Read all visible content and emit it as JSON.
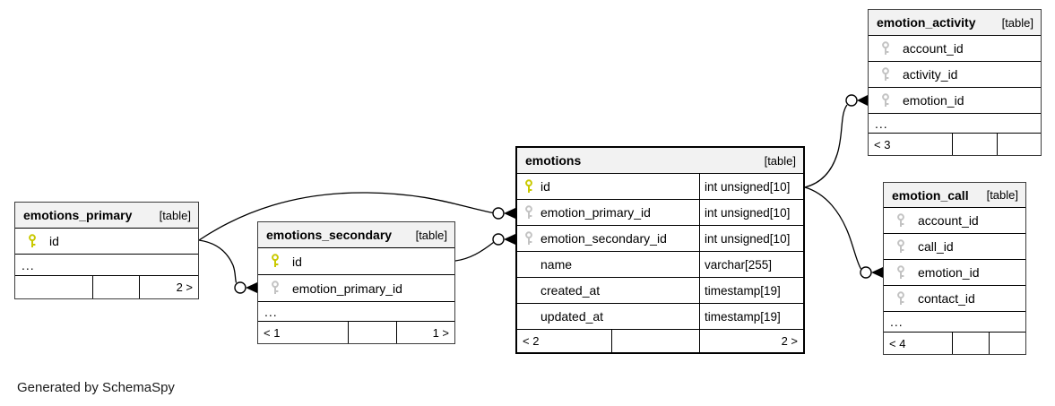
{
  "note": "Generated by SchemaSpy",
  "colors": {
    "header_bg": "#f2f2f2",
    "pk_key": "#c9c900",
    "fk_key": "#c3c3c3",
    "line": "#000000"
  },
  "tables": {
    "emotions_primary": {
      "name": "emotions_primary",
      "tag": "[table]",
      "rows": [
        {
          "name": "id"
        }
      ],
      "ellipsis": "...",
      "footer": {
        "l": "",
        "m": "",
        "r": "2 >"
      }
    },
    "emotions_secondary": {
      "name": "emotions_secondary",
      "tag": "[table]",
      "rows": [
        {
          "name": "id"
        },
        {
          "name": "emotion_primary_id"
        }
      ],
      "ellipsis": "...",
      "footer": {
        "l": "< 1",
        "m": "",
        "r": "1 >"
      }
    },
    "emotions": {
      "name": "emotions",
      "tag": "[table]",
      "rows": [
        {
          "name": "id",
          "type": "int unsigned[10]"
        },
        {
          "name": "emotion_primary_id",
          "type": "int unsigned[10]"
        },
        {
          "name": "emotion_secondary_id",
          "type": "int unsigned[10]"
        },
        {
          "name": "name",
          "type": "varchar[255]"
        },
        {
          "name": "created_at",
          "type": "timestamp[19]"
        },
        {
          "name": "updated_at",
          "type": "timestamp[19]"
        }
      ],
      "footer": {
        "l": "< 2",
        "m": "",
        "r": "2 >"
      }
    },
    "emotion_activity": {
      "name": "emotion_activity",
      "tag": "[table]",
      "rows": [
        {
          "name": "account_id"
        },
        {
          "name": "activity_id"
        },
        {
          "name": "emotion_id"
        }
      ],
      "ellipsis": "...",
      "footer": {
        "l": "< 3",
        "m": "",
        "r": ""
      }
    },
    "emotion_call": {
      "name": "emotion_call",
      "tag": "[table]",
      "rows": [
        {
          "name": "account_id"
        },
        {
          "name": "call_id"
        },
        {
          "name": "emotion_id"
        },
        {
          "name": "contact_id"
        }
      ],
      "ellipsis": "...",
      "footer": {
        "l": "< 4",
        "m": "",
        "r": ""
      }
    }
  }
}
